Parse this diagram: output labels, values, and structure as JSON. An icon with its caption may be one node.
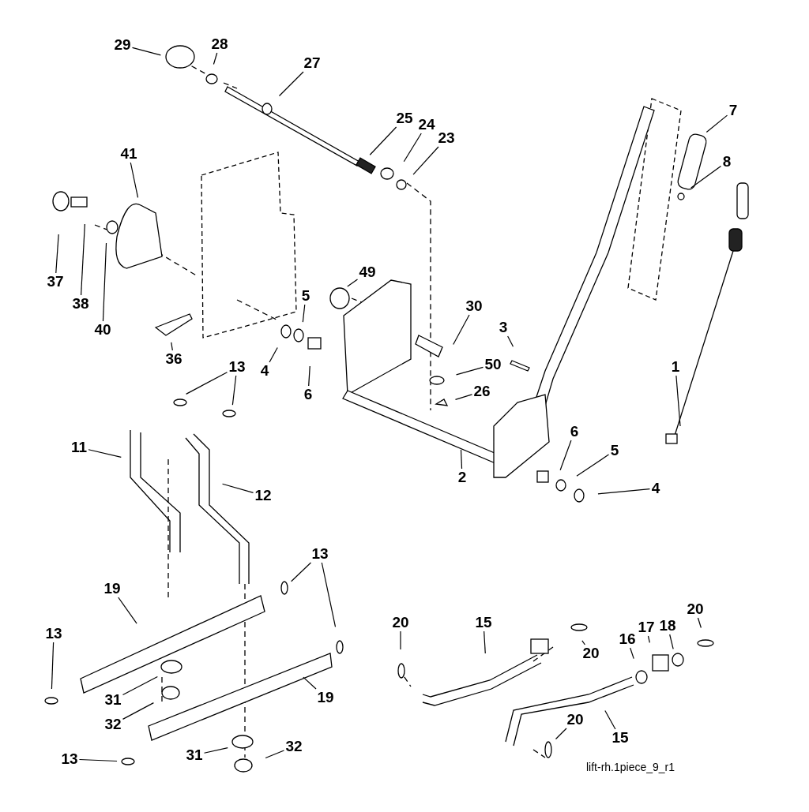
{
  "diagram": {
    "nodes": [
      {
        "text": [
          "29"
        ]
      },
      {
        "text": [
          "28"
        ]
      },
      {
        "text": [
          "27"
        ]
      },
      {
        "text": [
          "25"
        ]
      },
      {
        "text": [
          "24"
        ]
      },
      {
        "text": [
          "23"
        ]
      },
      {
        "text": [
          "7"
        ]
      },
      {
        "text": [
          "8"
        ]
      },
      {
        "text": [
          "41"
        ]
      },
      {
        "text": [
          "37"
        ]
      },
      {
        "text": [
          "38"
        ]
      },
      {
        "text": [
          "40"
        ]
      },
      {
        "text": [
          "49"
        ]
      },
      {
        "text": [
          "5"
        ]
      },
      {
        "text": [
          "30"
        ]
      },
      {
        "text": [
          "3"
        ]
      },
      {
        "text": [
          "36"
        ]
      },
      {
        "text": [
          "4"
        ]
      },
      {
        "text": [
          "6"
        ]
      },
      {
        "text": [
          "50"
        ]
      },
      {
        "text": [
          "26"
        ]
      },
      {
        "text": [
          "13"
        ]
      },
      {
        "text": [
          "1"
        ]
      },
      {
        "text": [
          "11"
        ]
      },
      {
        "text": [
          "12"
        ]
      },
      {
        "text": [
          "2"
        ]
      },
      {
        "text": [
          "6"
        ]
      },
      {
        "text": [
          "5"
        ]
      },
      {
        "text": [
          "4"
        ]
      },
      {
        "text": [
          "13"
        ]
      },
      {
        "text": [
          "19"
        ]
      },
      {
        "text": [
          "13"
        ]
      },
      {
        "text": [
          "31"
        ]
      },
      {
        "text": [
          "32"
        ]
      },
      {
        "text": [
          "20"
        ]
      },
      {
        "text": [
          "15"
        ]
      },
      {
        "text": [
          "20"
        ]
      },
      {
        "text": [
          "16"
        ]
      },
      {
        "text": [
          "17"
        ]
      },
      {
        "text": [
          "18"
        ]
      },
      {
        "text": [
          "20"
        ]
      },
      {
        "text": [
          "19"
        ]
      },
      {
        "text": [
          "31"
        ]
      },
      {
        "text": [
          "32"
        ]
      },
      {
        "text": [
          "20"
        ]
      },
      {
        "text": [
          "13"
        ]
      },
      {
        "text": [
          "15"
        ]
      }
    ],
    "edges": [
      {
        "from": 0,
        "to": null,
        "arrow": "none"
      },
      {
        "from": 1,
        "to": null,
        "arrow": "none"
      },
      {
        "from": 2,
        "to": null,
        "arrow": "none"
      },
      {
        "from": 3,
        "to": null,
        "arrow": "none"
      },
      {
        "from": 4,
        "to": null,
        "arrow": "none"
      },
      {
        "from": 5,
        "to": null,
        "arrow": "none"
      },
      {
        "from": 6,
        "to": null,
        "arrow": "none"
      },
      {
        "from": 7,
        "to": null,
        "arrow": "none"
      },
      {
        "from": 8,
        "to": null,
        "arrow": "none"
      },
      {
        "from": 9,
        "to": null,
        "arrow": "none"
      },
      {
        "from": 10,
        "to": null,
        "arrow": "none"
      },
      {
        "from": 11,
        "to": null,
        "arrow": "none"
      },
      {
        "from": 12,
        "to": null,
        "arrow": "none"
      },
      {
        "from": 13,
        "to": null,
        "arrow": "none"
      },
      {
        "from": 14,
        "to": null,
        "arrow": "none"
      },
      {
        "from": 15,
        "to": null,
        "arrow": "none"
      },
      {
        "from": 16,
        "to": null,
        "arrow": "none"
      },
      {
        "from": 17,
        "to": null,
        "arrow": "none"
      },
      {
        "from": 18,
        "to": null,
        "arrow": "none"
      },
      {
        "from": 19,
        "to": null,
        "arrow": "none"
      },
      {
        "from": 20,
        "to": null,
        "arrow": "none"
      },
      {
        "from": 21,
        "to": null,
        "arrow": "none"
      },
      {
        "from": 21,
        "to": null,
        "arrow": "none"
      },
      {
        "from": 22,
        "to": null,
        "arrow": "none"
      },
      {
        "from": 23,
        "to": null,
        "arrow": "none"
      },
      {
        "from": 24,
        "to": null,
        "arrow": "none"
      },
      {
        "from": 25,
        "to": null,
        "arrow": "none"
      },
      {
        "from": 26,
        "to": null,
        "arrow": "none"
      },
      {
        "from": 27,
        "to": null,
        "arrow": "none"
      },
      {
        "from": 28,
        "to": null,
        "arrow": "none"
      },
      {
        "from": 29,
        "to": null,
        "arrow": "none"
      },
      {
        "from": 29,
        "to": null,
        "arrow": "none"
      },
      {
        "from": 30,
        "to": null,
        "arrow": "none"
      },
      {
        "from": 31,
        "to": null,
        "arrow": "none"
      },
      {
        "from": 32,
        "to": null,
        "arrow": "none"
      },
      {
        "from": 33,
        "to": null,
        "arrow": "none"
      },
      {
        "from": 34,
        "to": null,
        "arrow": "none"
      },
      {
        "from": 35,
        "to": null,
        "arrow": "none"
      },
      {
        "from": 36,
        "to": null,
        "arrow": "none"
      },
      {
        "from": 37,
        "to": null,
        "arrow": "none"
      },
      {
        "from": 38,
        "to": null,
        "arrow": "none"
      },
      {
        "from": 39,
        "to": null,
        "arrow": "none"
      },
      {
        "from": 40,
        "to": null,
        "arrow": "none"
      },
      {
        "from": 41,
        "to": null,
        "arrow": "none"
      },
      {
        "from": 42,
        "to": null,
        "arrow": "none"
      },
      {
        "from": 43,
        "to": null,
        "arrow": "none"
      },
      {
        "from": 44,
        "to": null,
        "arrow": "none"
      },
      {
        "from": 45,
        "to": null,
        "arrow": "none"
      },
      {
        "from": 46,
        "to": null,
        "arrow": "none"
      }
    ],
    "labels": [
      "lift-rh.1piece_9_r1"
    ]
  }
}
